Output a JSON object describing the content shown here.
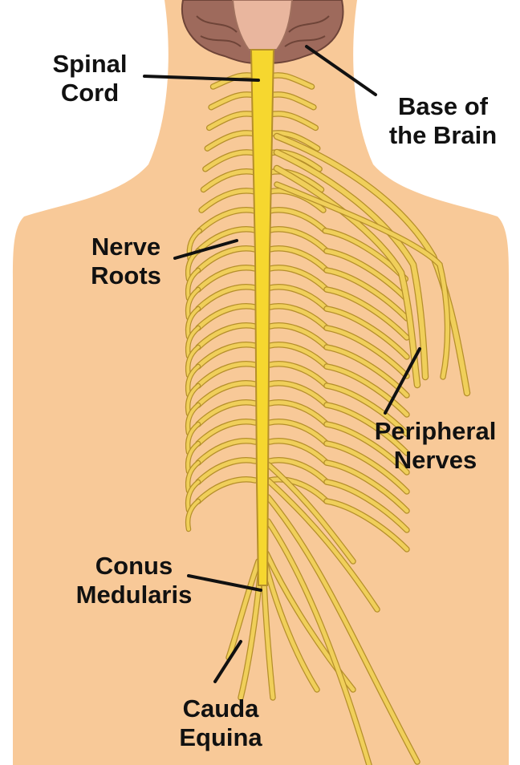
{
  "labels": {
    "spinal_cord": [
      "Spinal",
      "Cord"
    ],
    "base_of_brain": [
      "Base of",
      "the Brain"
    ],
    "nerve_roots": [
      "Nerve",
      "Roots"
    ],
    "peripheral_nerves": [
      "Peripheral",
      "Nerves"
    ],
    "conus_medularis": [
      "Conus",
      "Medularis"
    ],
    "cauda_equina": [
      "Cauda",
      "Equina"
    ]
  },
  "colors": {
    "skin": "#f8c998",
    "brain": "#9e6a5c",
    "brainstem": "#e9b69e",
    "nerve": "#f0cf5a",
    "nerve_outline": "#b58f2a",
    "cord": "#f6d72f",
    "leader_line": "#111111"
  }
}
